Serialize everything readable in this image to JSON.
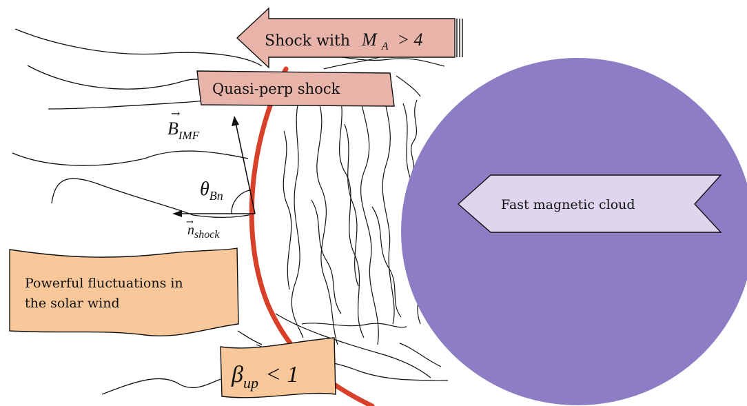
{
  "labels": {
    "shock_text": "Shock with",
    "shock_math_var": "M",
    "shock_math_sub": "A",
    "shock_math_rel": "> 4",
    "quasi_perp": "Quasi-perp shock",
    "b_imf_sym": "B",
    "b_imf_sub": "IMF",
    "theta_sym": "θ",
    "theta_sub": "Bn",
    "n_shock_sym": "n",
    "n_shock_sub": "shock",
    "fluct_line1": "Powerful fluctuations in",
    "fluct_line2": "the solar wind",
    "beta_sym": "β",
    "beta_sub": "up",
    "beta_rel": "< 1",
    "cloud": "Fast magnetic cloud"
  },
  "colors": {
    "shock_arrow_fill": "#e8b4aa",
    "shock_front": "#d9402a",
    "quasi_fill": "#e8b4aa",
    "fluct_fill": "#f8c79a",
    "cloud_fill": "#8c7dc4",
    "cloud_arrow_fill": "#ddd6ee",
    "line": "#111111"
  },
  "icons": {
    "shock_arrow": "left-arrow-icon",
    "cloud_arrow": "left-chevron-arrow-icon"
  }
}
